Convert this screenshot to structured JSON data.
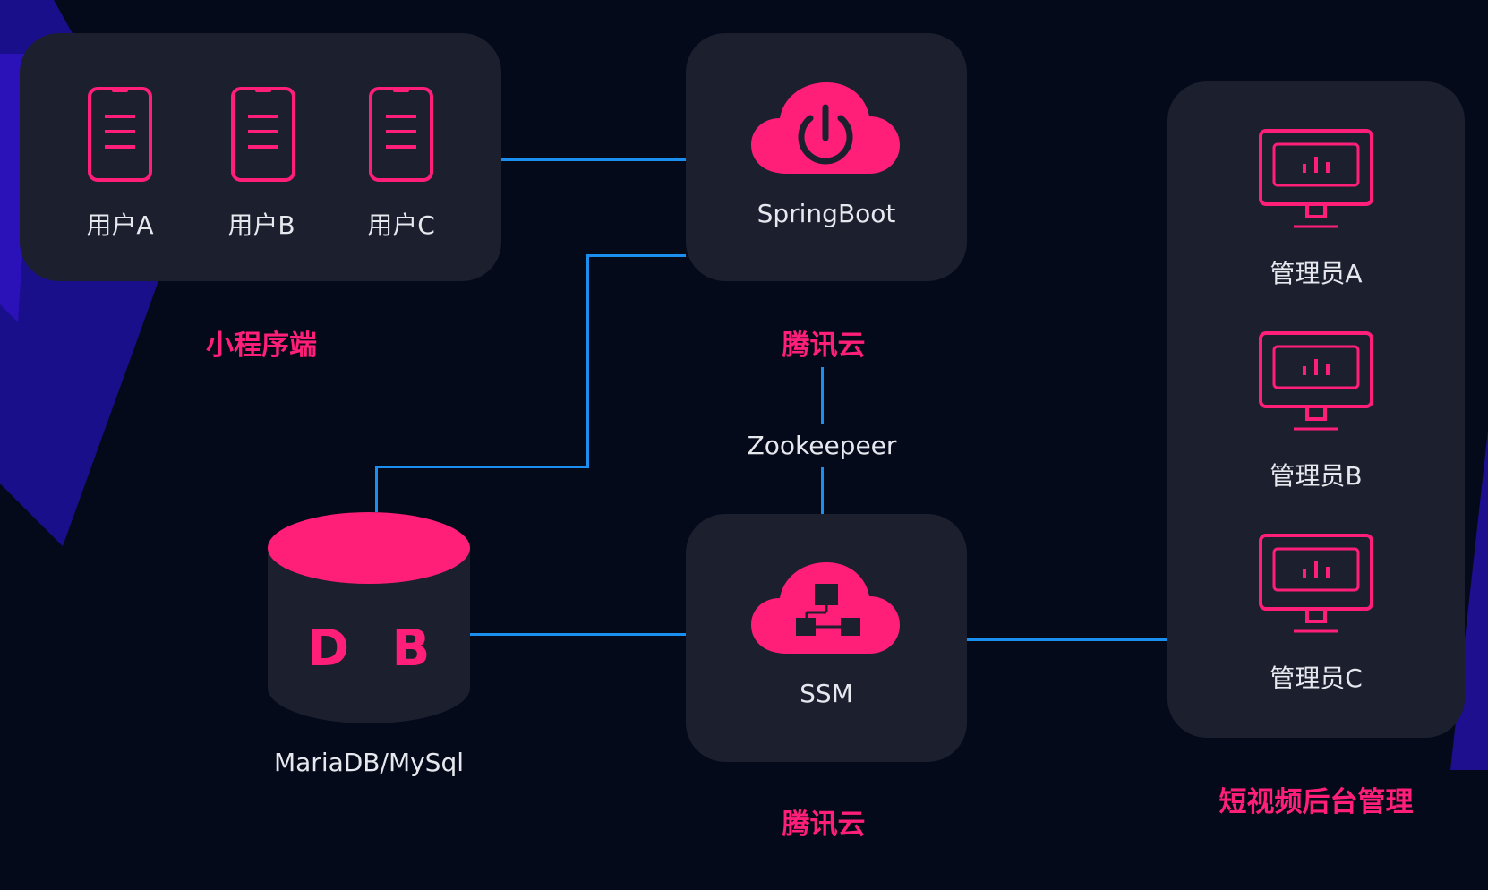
{
  "diagram": {
    "colors": {
      "background": "#050a1a",
      "panel": "#1c1f2e",
      "accent": "#ff1f78",
      "connector": "#1a8ff0",
      "text": "#e6e8ee"
    },
    "mini_program": {
      "users": [
        {
          "label": "用户A",
          "icon": "phone-icon"
        },
        {
          "label": "用户B",
          "icon": "phone-icon"
        },
        {
          "label": "用户C",
          "icon": "phone-icon"
        }
      ],
      "caption": "小程序端"
    },
    "springboot": {
      "label": "SpringBoot",
      "icon": "cloud-power-icon",
      "caption": "腾讯云"
    },
    "zookeeper": {
      "label": "Zookeepeer"
    },
    "ssm": {
      "label": "SSM",
      "icon": "cloud-network-icon",
      "caption": "腾讯云"
    },
    "database": {
      "text": "D B",
      "label": "MariaDB/MySql",
      "icon": "database-icon"
    },
    "admin": {
      "items": [
        {
          "label": "管理员A",
          "icon": "monitor-icon"
        },
        {
          "label": "管理员B",
          "icon": "monitor-icon"
        },
        {
          "label": "管理员C",
          "icon": "monitor-icon"
        }
      ],
      "caption": "短视频后台管理"
    }
  }
}
